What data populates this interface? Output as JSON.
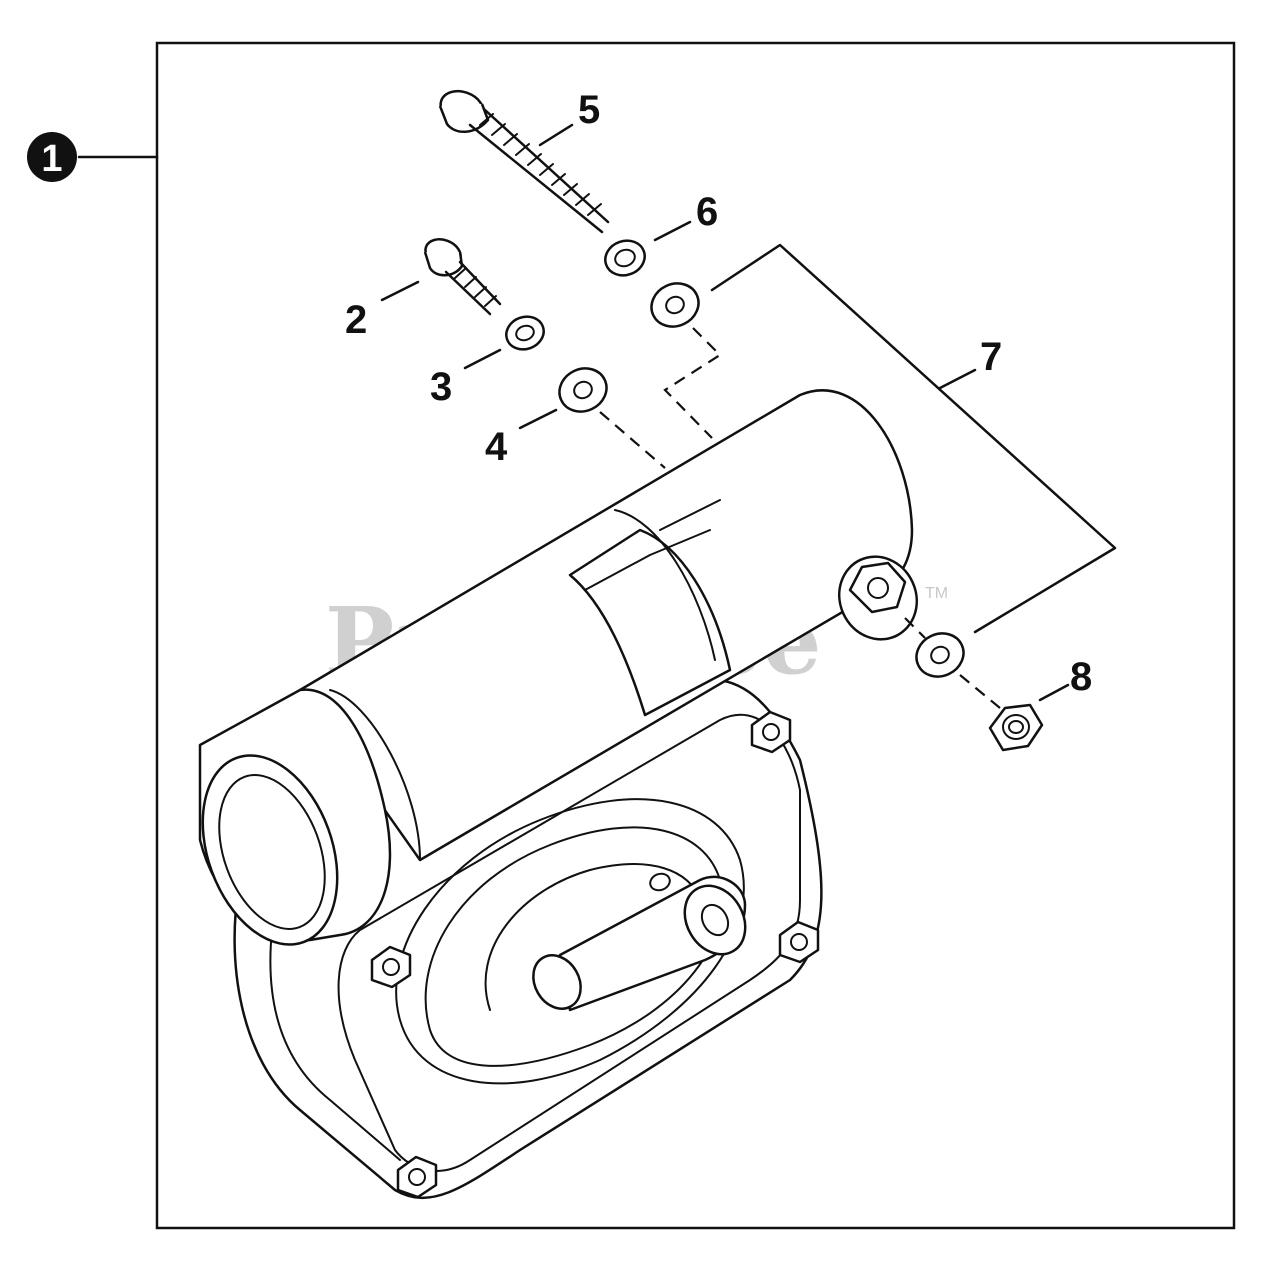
{
  "diagram": {
    "assembly_callout": "1",
    "callouts": {
      "c2": "2",
      "c3": "3",
      "c4": "4",
      "c5": "5",
      "c6": "6",
      "c7": "7",
      "c8": "8"
    },
    "watermark": {
      "text": "PartsTree",
      "trademark": "TM"
    }
  }
}
